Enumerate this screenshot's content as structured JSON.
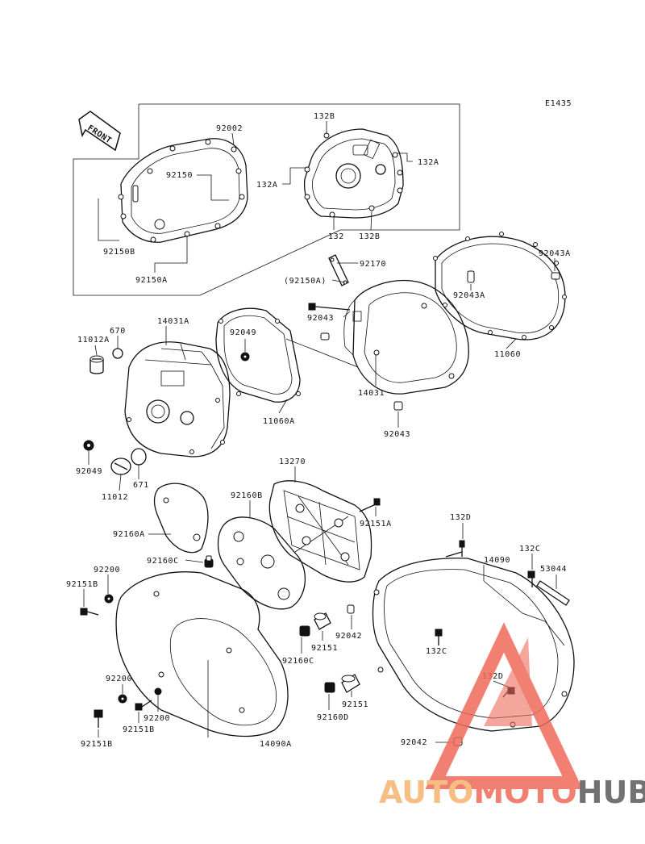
{
  "diagram_code": "E1435",
  "front_label": "FRONT",
  "labels": {
    "p92002": "92002",
    "p92150": "92150",
    "p92150B": "92150B",
    "p92150A": "92150A",
    "p132B_top": "132B",
    "p132A_right": "132A",
    "p132A_left": "132A",
    "p132": "132",
    "p132B_bottom": "132B",
    "p92170": "92170",
    "p92150A_paren": "(92150A)",
    "p92043_top": "92043",
    "p92043A_right": "92043A",
    "p92043A_mid": "92043A",
    "p11060": "11060",
    "p14031A": "14031A",
    "p11012A": "11012A",
    "p670": "670",
    "p92049_top": "92049",
    "p11060A": "11060A",
    "p14031": "14031",
    "p92043_bottom": "92043",
    "p92049_bottom": "92049",
    "p671": "671",
    "p11012": "11012",
    "p13270": "13270",
    "p92160B": "92160B",
    "p92151A": "92151A",
    "p92160A": "92160A",
    "p132D_top": "132D",
    "p14090": "14090",
    "p132C_top": "132C",
    "p53044": "53044",
    "p92200_top": "92200",
    "p92160C_top": "92160C",
    "p92151B_left": "92151B",
    "p92042_top": "92042",
    "p92151_top": "92151",
    "p92160C_bottom": "92160C",
    "p132C_mid": "132C",
    "p132D_mid": "132D",
    "p92200_mid": "92200",
    "p92200_bottom": "92200",
    "p92151B_mid": "92151B",
    "p92151B_bottom": "92151B",
    "p92160D": "92160D",
    "p92151_bottom": "92151",
    "p14090A": "14090A",
    "p92042_bottom": "92042"
  },
  "watermark": {
    "word1": "AUTO",
    "word2": "MOTO",
    "word3": "HUB",
    "color_light": "#f6b36e",
    "color_mid": "#ef6b5a",
    "color_dark": "#5a5a5a"
  }
}
